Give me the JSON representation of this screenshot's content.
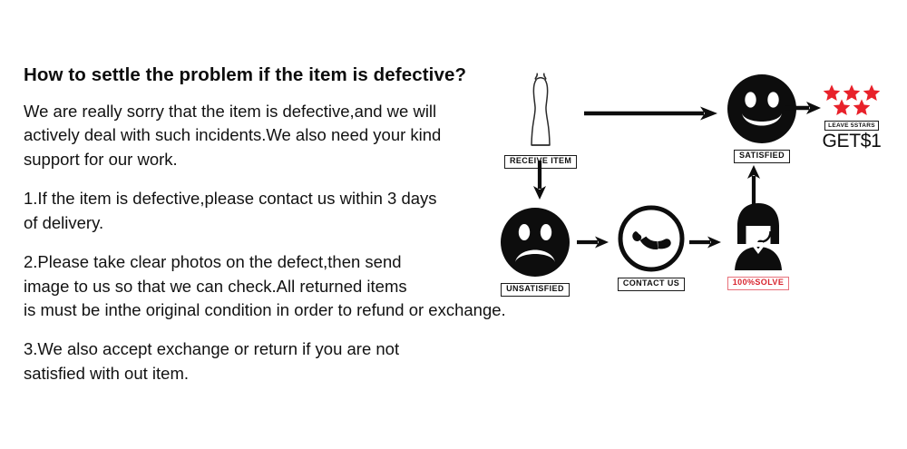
{
  "policy": {
    "title": "How to settle the problem if the item is defective?",
    "paragraphs": [
      "We are really sorry that the item is defective,and we will\nactively deal with such incidents.We also need your kind\nsupport for our work.",
      "1.If the item is defective,please contact us within 3 days\nof delivery.",
      "2.Please take clear photos on the defect,then send\nimage to us so that we can check.All returned items\nis must be inthe original condition in order to refund or exchange.",
      "3.We also accept exchange or return if you are not\nsatisfied with out item."
    ]
  },
  "flow": {
    "nodes": {
      "receive_item": {
        "label": "RECEIVE ITEM",
        "icon": "dress-icon"
      },
      "satisfied": {
        "label": "SATISFIED",
        "icon": "smiley-happy-icon"
      },
      "unsatisfied": {
        "label": "UNSATISFIED",
        "icon": "smiley-sad-icon"
      },
      "contact_us": {
        "label": "CONTACT US",
        "icon": "telephone-icon"
      },
      "solve": {
        "label": "100%SOLVE",
        "icon": "support-agent-icon"
      },
      "rating": {
        "label": "LEAVE 5STARS",
        "reward": "GET$1",
        "icon": "five-stars-icon",
        "star_count": 5
      }
    },
    "arrows": [
      {
        "name": "receive-to-satisfied",
        "direction": "right"
      },
      {
        "name": "satisfied-to-rating",
        "direction": "right"
      },
      {
        "name": "receive-down",
        "direction": "down"
      },
      {
        "name": "unsatisfied-to-contact",
        "direction": "right"
      },
      {
        "name": "contact-to-solve",
        "direction": "right"
      },
      {
        "name": "solve-up",
        "direction": "up"
      }
    ]
  },
  "colors": {
    "star_red": "#E8212A",
    "label_red": "#D8242E",
    "label_red_border": "#E8717A",
    "ink": "#111111",
    "background": "#FFFFFF"
  }
}
